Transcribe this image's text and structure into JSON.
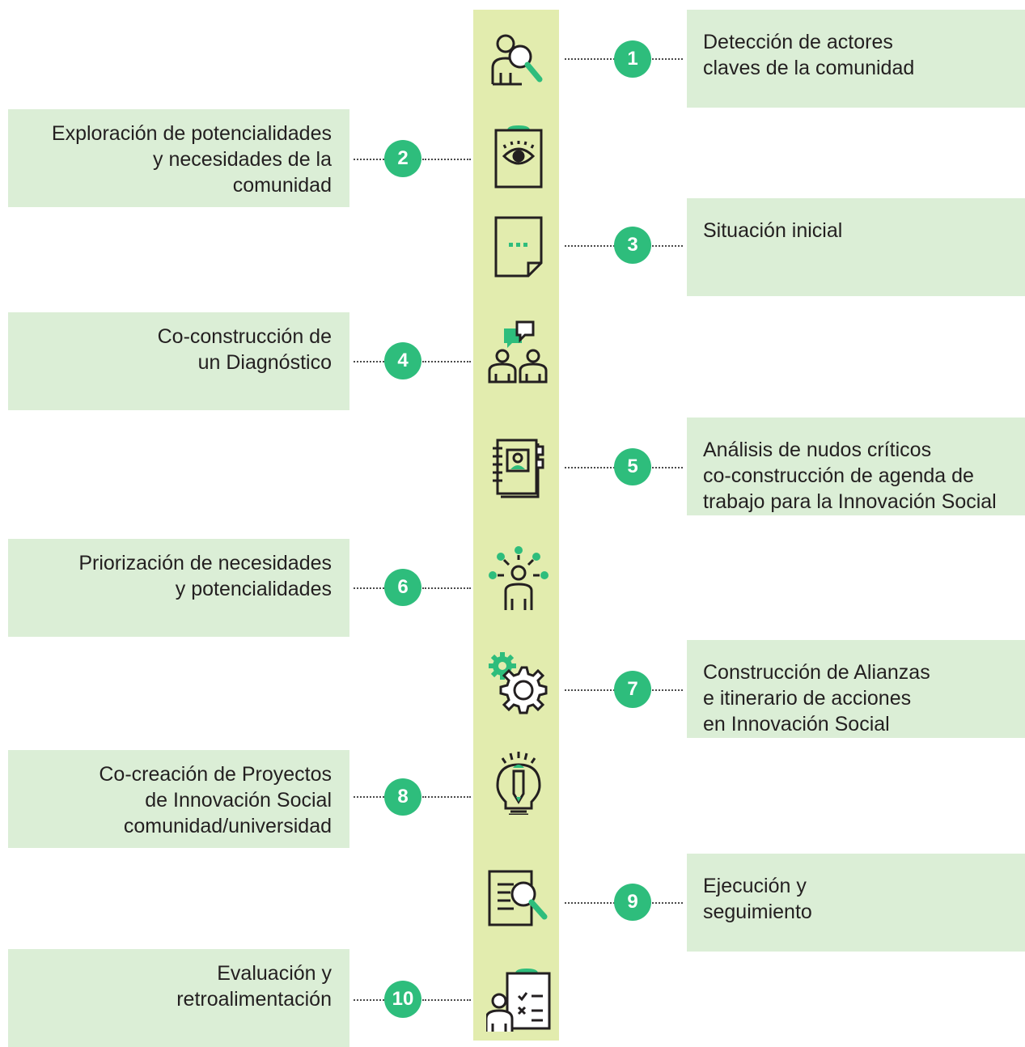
{
  "accent_color": "#2ebd7c",
  "box_color": "#dbeed6",
  "spine_color": "#e2ecae",
  "steps": [
    {
      "number": "1",
      "label": "Detección de actores\nclaves de la comunidad",
      "side": "right",
      "icon": "person-search-icon"
    },
    {
      "number": "2",
      "label": "Exploración de potencialidades\ny necesidades de la\ncomunidad",
      "side": "left",
      "icon": "clipboard-eye-icon"
    },
    {
      "number": "3",
      "label": "Situación inicial",
      "side": "right",
      "icon": "document-dots-icon"
    },
    {
      "number": "4",
      "label": "Co-construcción de\nun Diagnóstico",
      "side": "left",
      "icon": "people-chat-icon"
    },
    {
      "number": "5",
      "label": "Análisis de nudos críticos\nco-construcción de agenda de\ntrabajo para la Innovación Social",
      "side": "right",
      "icon": "notebook-user-icon"
    },
    {
      "number": "6",
      "label": "Priorización de necesidades\ny potencialidades",
      "side": "left",
      "icon": "person-network-icon"
    },
    {
      "number": "7",
      "label": "Construcción de Alianzas\ne itinerario de acciones\nen Innovación Social",
      "side": "right",
      "icon": "gears-icon"
    },
    {
      "number": "8",
      "label": "Co-creación de Proyectos\nde Innovación Social\ncomunidad/universidad",
      "side": "left",
      "icon": "lightbulb-pencil-icon"
    },
    {
      "number": "9",
      "label": "Ejecución y\nseguimiento",
      "side": "right",
      "icon": "document-search-icon"
    },
    {
      "number": "10",
      "label": "Evaluación y\nretroalimentación",
      "side": "left",
      "icon": "person-checklist-icon"
    }
  ]
}
